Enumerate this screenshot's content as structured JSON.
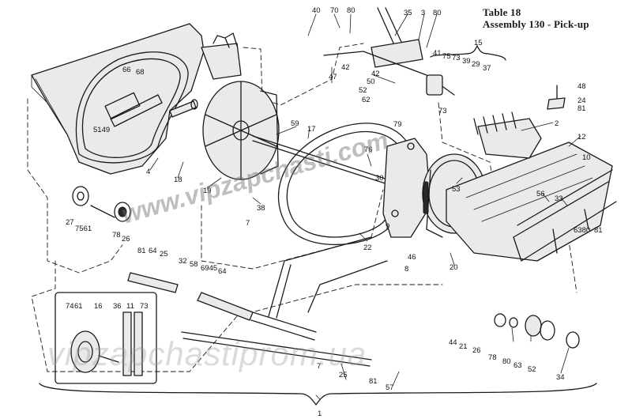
{
  "title": {
    "line1": "Table 18",
    "line2": "Assembly 130 - Pick-up"
  },
  "watermarks": {
    "top": "www.vipzapchasti.com",
    "bottom": "vipzapchastiprom.ua"
  },
  "callouts": [
    {
      "id": "c40",
      "text": "40"
    },
    {
      "id": "c70",
      "text": "70"
    },
    {
      "id": "c80a",
      "text": "80"
    },
    {
      "id": "c35",
      "text": "35"
    },
    {
      "id": "c3",
      "text": "3"
    },
    {
      "id": "c80b",
      "text": "80"
    },
    {
      "id": "c15",
      "text": "15"
    },
    {
      "id": "c42a",
      "text": "42"
    },
    {
      "id": "c47",
      "text": "47"
    },
    {
      "id": "c41",
      "text": "41"
    },
    {
      "id": "c75",
      "text": "75"
    },
    {
      "id": "c73a",
      "text": "73"
    },
    {
      "id": "c39",
      "text": "39"
    },
    {
      "id": "c29",
      "text": "29"
    },
    {
      "id": "c37",
      "text": "37"
    },
    {
      "id": "c42b",
      "text": "42"
    },
    {
      "id": "c50",
      "text": "50"
    },
    {
      "id": "c52a",
      "text": "52"
    },
    {
      "id": "c62",
      "text": "62"
    },
    {
      "id": "c73b",
      "text": "73"
    },
    {
      "id": "c48",
      "text": "48"
    },
    {
      "id": "c24",
      "text": "24"
    },
    {
      "id": "c81a",
      "text": "81"
    },
    {
      "id": "c66",
      "text": "66"
    },
    {
      "id": "c68",
      "text": "68"
    },
    {
      "id": "c5149",
      "text": "5149"
    },
    {
      "id": "c59",
      "text": "59"
    },
    {
      "id": "c17",
      "text": "17"
    },
    {
      "id": "c79",
      "text": "79"
    },
    {
      "id": "c2",
      "text": "2"
    },
    {
      "id": "c12",
      "text": "12"
    },
    {
      "id": "c10",
      "text": "10"
    },
    {
      "id": "c76",
      "text": "76"
    },
    {
      "id": "c4",
      "text": "4"
    },
    {
      "id": "c18",
      "text": "18"
    },
    {
      "id": "c19",
      "text": "19"
    },
    {
      "id": "c30",
      "text": "30"
    },
    {
      "id": "c53",
      "text": "53"
    },
    {
      "id": "c56",
      "text": "56"
    },
    {
      "id": "c33",
      "text": "33"
    },
    {
      "id": "c38",
      "text": "38"
    },
    {
      "id": "c27",
      "text": "27"
    },
    {
      "id": "c7a",
      "text": "7"
    },
    {
      "id": "c7561",
      "text": "7561"
    },
    {
      "id": "c78a",
      "text": "78"
    },
    {
      "id": "c26a",
      "text": "26"
    },
    {
      "id": "c9",
      "text": "9"
    },
    {
      "id": "c46",
      "text": "46"
    },
    {
      "id": "c22",
      "text": "22"
    },
    {
      "id": "c6380",
      "text": "6380"
    },
    {
      "id": "c81b",
      "text": "81"
    },
    {
      "id": "c20",
      "text": "20"
    },
    {
      "id": "c8",
      "text": "8"
    },
    {
      "id": "c81c",
      "text": "81"
    },
    {
      "id": "c64a",
      "text": "64"
    },
    {
      "id": "c25a",
      "text": "25"
    },
    {
      "id": "c32",
      "text": "32"
    },
    {
      "id": "c58",
      "text": "58"
    },
    {
      "id": "c6945",
      "text": "6945"
    },
    {
      "id": "c64b",
      "text": "64"
    },
    {
      "id": "c74",
      "text": "74"
    },
    {
      "id": "c61",
      "text": "61"
    },
    {
      "id": "c16",
      "text": "16"
    },
    {
      "id": "c36",
      "text": "36"
    },
    {
      "id": "c11",
      "text": "11"
    },
    {
      "id": "c73c",
      "text": "73"
    },
    {
      "id": "c44",
      "text": "44"
    },
    {
      "id": "c21",
      "text": "21"
    },
    {
      "id": "c26b",
      "text": "26"
    },
    {
      "id": "c78b",
      "text": "78"
    },
    {
      "id": "c80c",
      "text": "80"
    },
    {
      "id": "c63",
      "text": "63"
    },
    {
      "id": "c52b",
      "text": "52"
    },
    {
      "id": "c34",
      "text": "34"
    },
    {
      "id": "c81d",
      "text": "81"
    },
    {
      "id": "c25b",
      "text": "25"
    },
    {
      "id": "c57",
      "text": "57"
    },
    {
      "id": "c7b",
      "text": "7"
    },
    {
      "id": "c1",
      "text": "1"
    }
  ]
}
